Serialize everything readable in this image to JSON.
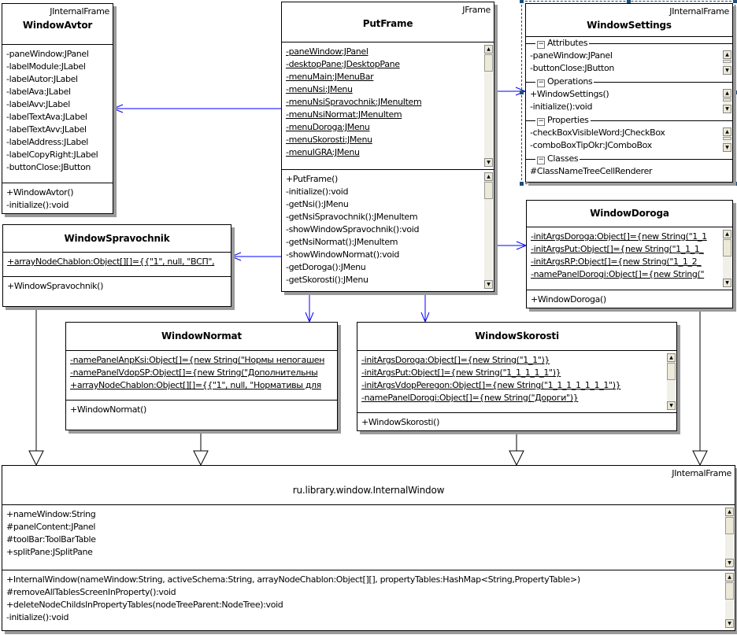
{
  "classes": {
    "avtor": {
      "stereotype": "JInternalFrame",
      "name": "WindowAvtor",
      "attributes": [
        {
          "text": "-paneWindow:JPanel"
        },
        {
          "text": "-labelModule:JLabel"
        },
        {
          "text": "-labelAutor:JLabel"
        },
        {
          "text": "-labelAva:JLabel"
        },
        {
          "text": "-labelAvv:JLabel"
        },
        {
          "text": "-labelTextAva:JLabel"
        },
        {
          "text": "-labelTextAvv:JLabel"
        },
        {
          "text": "-labelAddress:JLabel"
        },
        {
          "text": "-labelCopyRight:JLabel"
        },
        {
          "text": "-buttonClose:JButton"
        }
      ],
      "operations": [
        {
          "text": "+WindowAvtor()"
        },
        {
          "text": "-initialize():void"
        }
      ]
    },
    "putframe": {
      "stereotype": "JFrame",
      "name": "PutFrame",
      "attributes": [
        {
          "text": "-paneWindow:JPanel",
          "static": true
        },
        {
          "text": "-desktopPane:JDesktopPane",
          "static": true
        },
        {
          "text": "-menuMain:JMenuBar",
          "static": true
        },
        {
          "text": "-menuNsi:JMenu",
          "static": true
        },
        {
          "text": "-menuNsiSpravochnik:JMenuItem",
          "static": true
        },
        {
          "text": "-menuNsiNormat:JMenuItem",
          "static": true
        },
        {
          "text": "-menuDoroga:JMenu",
          "static": true
        },
        {
          "text": "-menuSkorosti:JMenu",
          "static": true
        },
        {
          "text": "-menuIGRA:JMenu",
          "static": true
        }
      ],
      "operations": [
        {
          "text": "+PutFrame()"
        },
        {
          "text": "-initialize():void"
        },
        {
          "text": "-getNsi():JMenu"
        },
        {
          "text": "-getNsiSpravochnik():JMenuItem"
        },
        {
          "text": "-showWindowSpravochnik():void"
        },
        {
          "text": "-getNsiNormat():JMenuItem"
        },
        {
          "text": "-showWindowNormat():void"
        },
        {
          "text": "-getDoroga():JMenu"
        },
        {
          "text": "-getSkorosti():JMenu"
        }
      ]
    },
    "settings": {
      "stereotype": "JInternalFrame",
      "name": "WindowSettings",
      "sections": [
        {
          "label": "Attributes",
          "items": [
            {
              "text": "-paneWindow:JPanel"
            },
            {
              "text": "-buttonClose:JButton"
            }
          ]
        },
        {
          "label": "Operations",
          "items": [
            {
              "text": "+WindowSettings()"
            },
            {
              "text": "-initialize():void"
            }
          ]
        },
        {
          "label": "Properties",
          "items": [
            {
              "text": "-checkBoxVisibleWord:JCheckBox"
            },
            {
              "text": "-comboBoxTipOkr:JComboBox"
            }
          ]
        },
        {
          "label": "Classes",
          "items": [
            {
              "text": "#ClassNameTreeCellRenderer"
            }
          ]
        }
      ]
    },
    "spravochnik": {
      "name": "WindowSpravochnik",
      "attributes": [
        {
          "text": "+arrayNodeChablon:Object[][]={{\"1\", null, \"ВСП\",",
          "static": true
        }
      ],
      "operations": [
        {
          "text": "+WindowSpravochnik()"
        }
      ]
    },
    "doroga": {
      "name": "WindowDoroga",
      "attributes": [
        {
          "text": "-initArgsDoroga:Object[]={new String(\"1_1",
          "static": true
        },
        {
          "text": "-initArgsPut:Object[]={new String(\"1_1_1_",
          "static": true
        },
        {
          "text": "-initArgsRP:Object[]={new String(\"1_1_2_",
          "static": true
        },
        {
          "text": "-namePanelDorogi:Object[]={new String(\"",
          "static": true
        }
      ],
      "operations": [
        {
          "text": "+WindowDoroga()"
        }
      ]
    },
    "normat": {
      "name": "WindowNormat",
      "attributes": [
        {
          "text": "-namePanelAnpKsi:Object[]={new String(\"Нормы непогашен",
          "static": true
        },
        {
          "text": "-namePanelVdopSP:Object[]={new String(\"Дополнительны",
          "static": true
        },
        {
          "text": "+arrayNodeChablon:Object[][]={{\"1\", null, \"Нормативы для",
          "static": true
        }
      ],
      "operations": [
        {
          "text": "+WindowNormat()"
        }
      ]
    },
    "skorosti": {
      "name": "WindowSkorosti",
      "attributes": [
        {
          "text": "-initArgsDoroga:Object[]={new String(\"1_1\")}",
          "static": true
        },
        {
          "text": "-initArgsPut:Object[]={new String(\"1_1_1_1_1\")}",
          "static": true
        },
        {
          "text": "-initArgsVdopPeregon:Object[]={new String(\"1_1_1_1_1_1_1\")}",
          "static": true
        },
        {
          "text": "-namePanelDorogi:Object[]={new String(\"Дороги\")}",
          "static": true
        }
      ],
      "operations": [
        {
          "text": "+WindowSkorosti()"
        }
      ]
    },
    "internal": {
      "stereotype": "JInternalFrame",
      "name": "ru.library.window.InternalWindow",
      "attributes": [
        {
          "text": "+nameWindow:String"
        },
        {
          "text": "#panelContent:JPanel"
        },
        {
          "text": "#toolBar:ToolBarTable"
        },
        {
          "text": "+splitPane:JSplitPane"
        }
      ],
      "operations": [
        {
          "text": "+InternalWindow(nameWindow:String, activeSchema:String, arrayNodeChablon:Object[][], propertyTables:HashMap<String,PropertyTable>)"
        },
        {
          "text": "#removeAllTablesScreenInProperty():void"
        },
        {
          "text": "+deleteNodeChildsInPropertyTables(nodeTreeParent:NodeTree):void"
        },
        {
          "text": "-initialize():void"
        }
      ]
    }
  },
  "relations": {
    "association_color": "#0000ff",
    "generalization_color": "#000000",
    "associations": [
      {
        "from": "PutFrame",
        "to": "WindowAvtor"
      },
      {
        "from": "PutFrame",
        "to": "WindowSpravochnik"
      },
      {
        "from": "PutFrame",
        "to": "WindowNormat"
      },
      {
        "from": "PutFrame",
        "to": "WindowSkorosti"
      },
      {
        "from": "PutFrame",
        "to": "WindowDoroga"
      },
      {
        "from": "PutFrame",
        "to": "WindowSettings"
      }
    ],
    "generalizations": [
      {
        "from": "WindowSpravochnik",
        "to": "ru.library.window.InternalWindow"
      },
      {
        "from": "WindowNormat",
        "to": "ru.library.window.InternalWindow"
      },
      {
        "from": "WindowSkorosti",
        "to": "ru.library.window.InternalWindow"
      },
      {
        "from": "WindowDoroga",
        "to": "ru.library.window.InternalWindow"
      }
    ]
  }
}
